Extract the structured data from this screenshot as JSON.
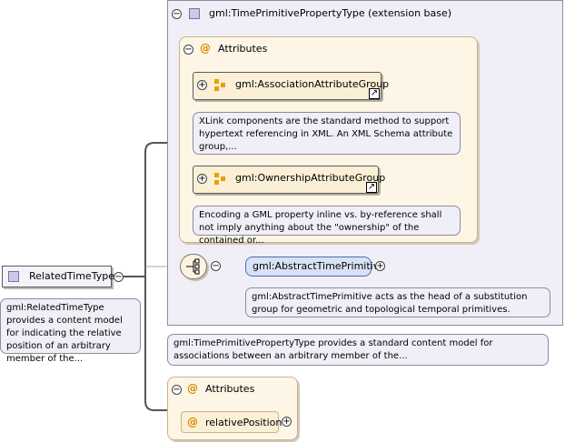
{
  "related_time_type": {
    "label": "RelatedTimeType",
    "doc": "gml:RelatedTimeType provides a content model for indicating the relative position of an arbitrary member of the..."
  },
  "extension": {
    "label": "gml:TimePrimitivePropertyType (extension base)",
    "doc": "gml:TimePrimitivePropertyType provides a standard content model for associations between an arbitrary member of the...",
    "attributes_label": "Attributes",
    "association_group": {
      "label": "gml:AssociationAttributeGroup",
      "doc": "XLink components are the standard method to support hypertext referencing in XML. An XML Schema attribute group,..."
    },
    "ownership_group": {
      "label": "gml:OwnershipAttributeGroup",
      "doc": "Encoding a GML property inline vs. by-reference shall not imply anything about the \"ownership\" of the contained or..."
    },
    "abstract_primitive": {
      "label": "gml:AbstractTimePrimitive",
      "doc": "gml:AbstractTimePrimitive acts as the head of a substitution group for geometric and topological temporal primitives."
    }
  },
  "attributes": {
    "label": "Attributes",
    "relative_position": "relativePosition"
  },
  "icons": {
    "collapse": "minus-circle-icon",
    "expand": "plus-circle-icon",
    "type": "square-type-icon",
    "attribute": "at-icon",
    "group": "attribute-group-icon",
    "link": "link-arrow-icon",
    "sequence": "sequence-icon"
  }
}
